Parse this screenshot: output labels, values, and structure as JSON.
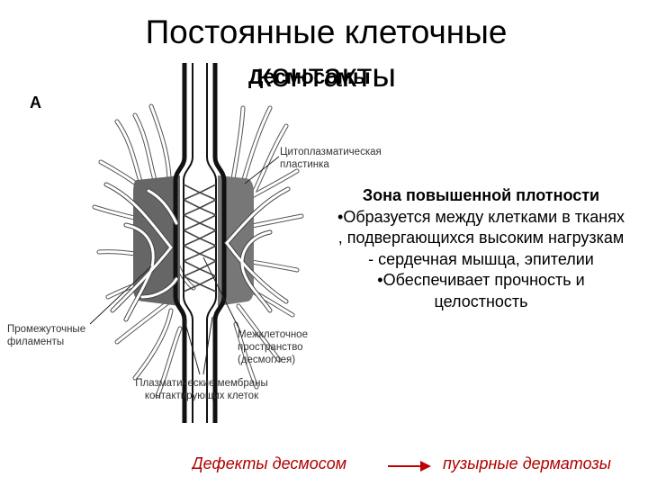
{
  "slide": {
    "title": "Постоянные клеточные контакты",
    "subtitle": "Десмосомы",
    "panel_label": "А",
    "figure_labels": {
      "plaque": "Цитоплазматическая пластинка",
      "filaments": "Промежуточные филаменты",
      "space": "Межклеточное пространство (десмоглея)",
      "membranes": "Плазматические мембраны контактирующих клеток"
    },
    "info": {
      "heading": "Зона повышенной плотности",
      "items": [
        "•Образуется между клетками в тканях , подвергающихся высоким нагрузкам - сердечная мышца, эпителии",
        "•Обеспечивает прочность и целостность"
      ]
    },
    "footer": {
      "left": "Дефекты десмосом",
      "right": "пузырные дерматозы"
    },
    "colors": {
      "footer_text": "#b00000",
      "arrow": "#c00000"
    }
  }
}
